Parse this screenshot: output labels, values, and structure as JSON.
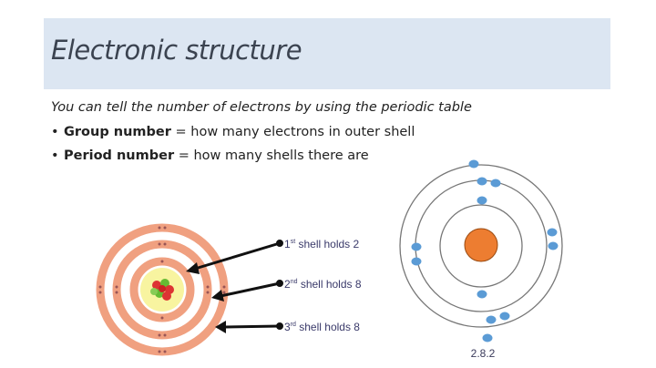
{
  "title": "Electronic structure",
  "intro": "You can tell the number of electrons by using the periodic table",
  "bullets": [
    {
      "bold": "Group number",
      "rest": " = how many electrons in outer shell"
    },
    {
      "bold": "Period number",
      "rest": " = how many shells there are"
    }
  ],
  "shell_labels": [
    {
      "ordinal": "1",
      "suffix": "st",
      "text": " shell holds 2"
    },
    {
      "ordinal": "2",
      "suffix": "nd",
      "text": " shell holds 8"
    },
    {
      "ordinal": "3",
      "suffix": "rd",
      "text": " shell holds 8"
    }
  ],
  "configuration": "2.8.2",
  "colors": {
    "band": "#dce6f2",
    "shell": "#f0a080",
    "electron": "#5b9bd5",
    "nucleus": "#ed7d31"
  }
}
